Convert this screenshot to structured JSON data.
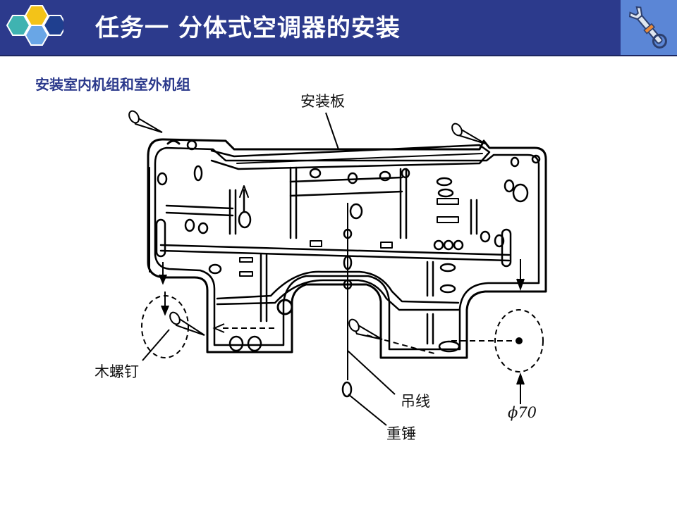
{
  "header": {
    "title": "任务一 分体式空调器的安装",
    "logo_icon": "hexagon-cluster-icon",
    "tool_icon": "wrench-icon"
  },
  "subtitle": "安装室内机组和室外机组",
  "labels": {
    "mounting_plate": "安装板",
    "wood_screw": "木螺钉",
    "plumb_line": "吊线",
    "weight": "重锤",
    "hole_diameter": "ϕ70"
  },
  "colors": {
    "header_bg": "#2c3a8c",
    "tool_box_bg": "#5b86d6",
    "subtitle_text": "#2c3a8c",
    "hex_yellow": "#f3c318",
    "hex_teal": "#3fb3b1",
    "hex_navy": "#1f3f8f",
    "hex_blue": "#69a6e6"
  }
}
